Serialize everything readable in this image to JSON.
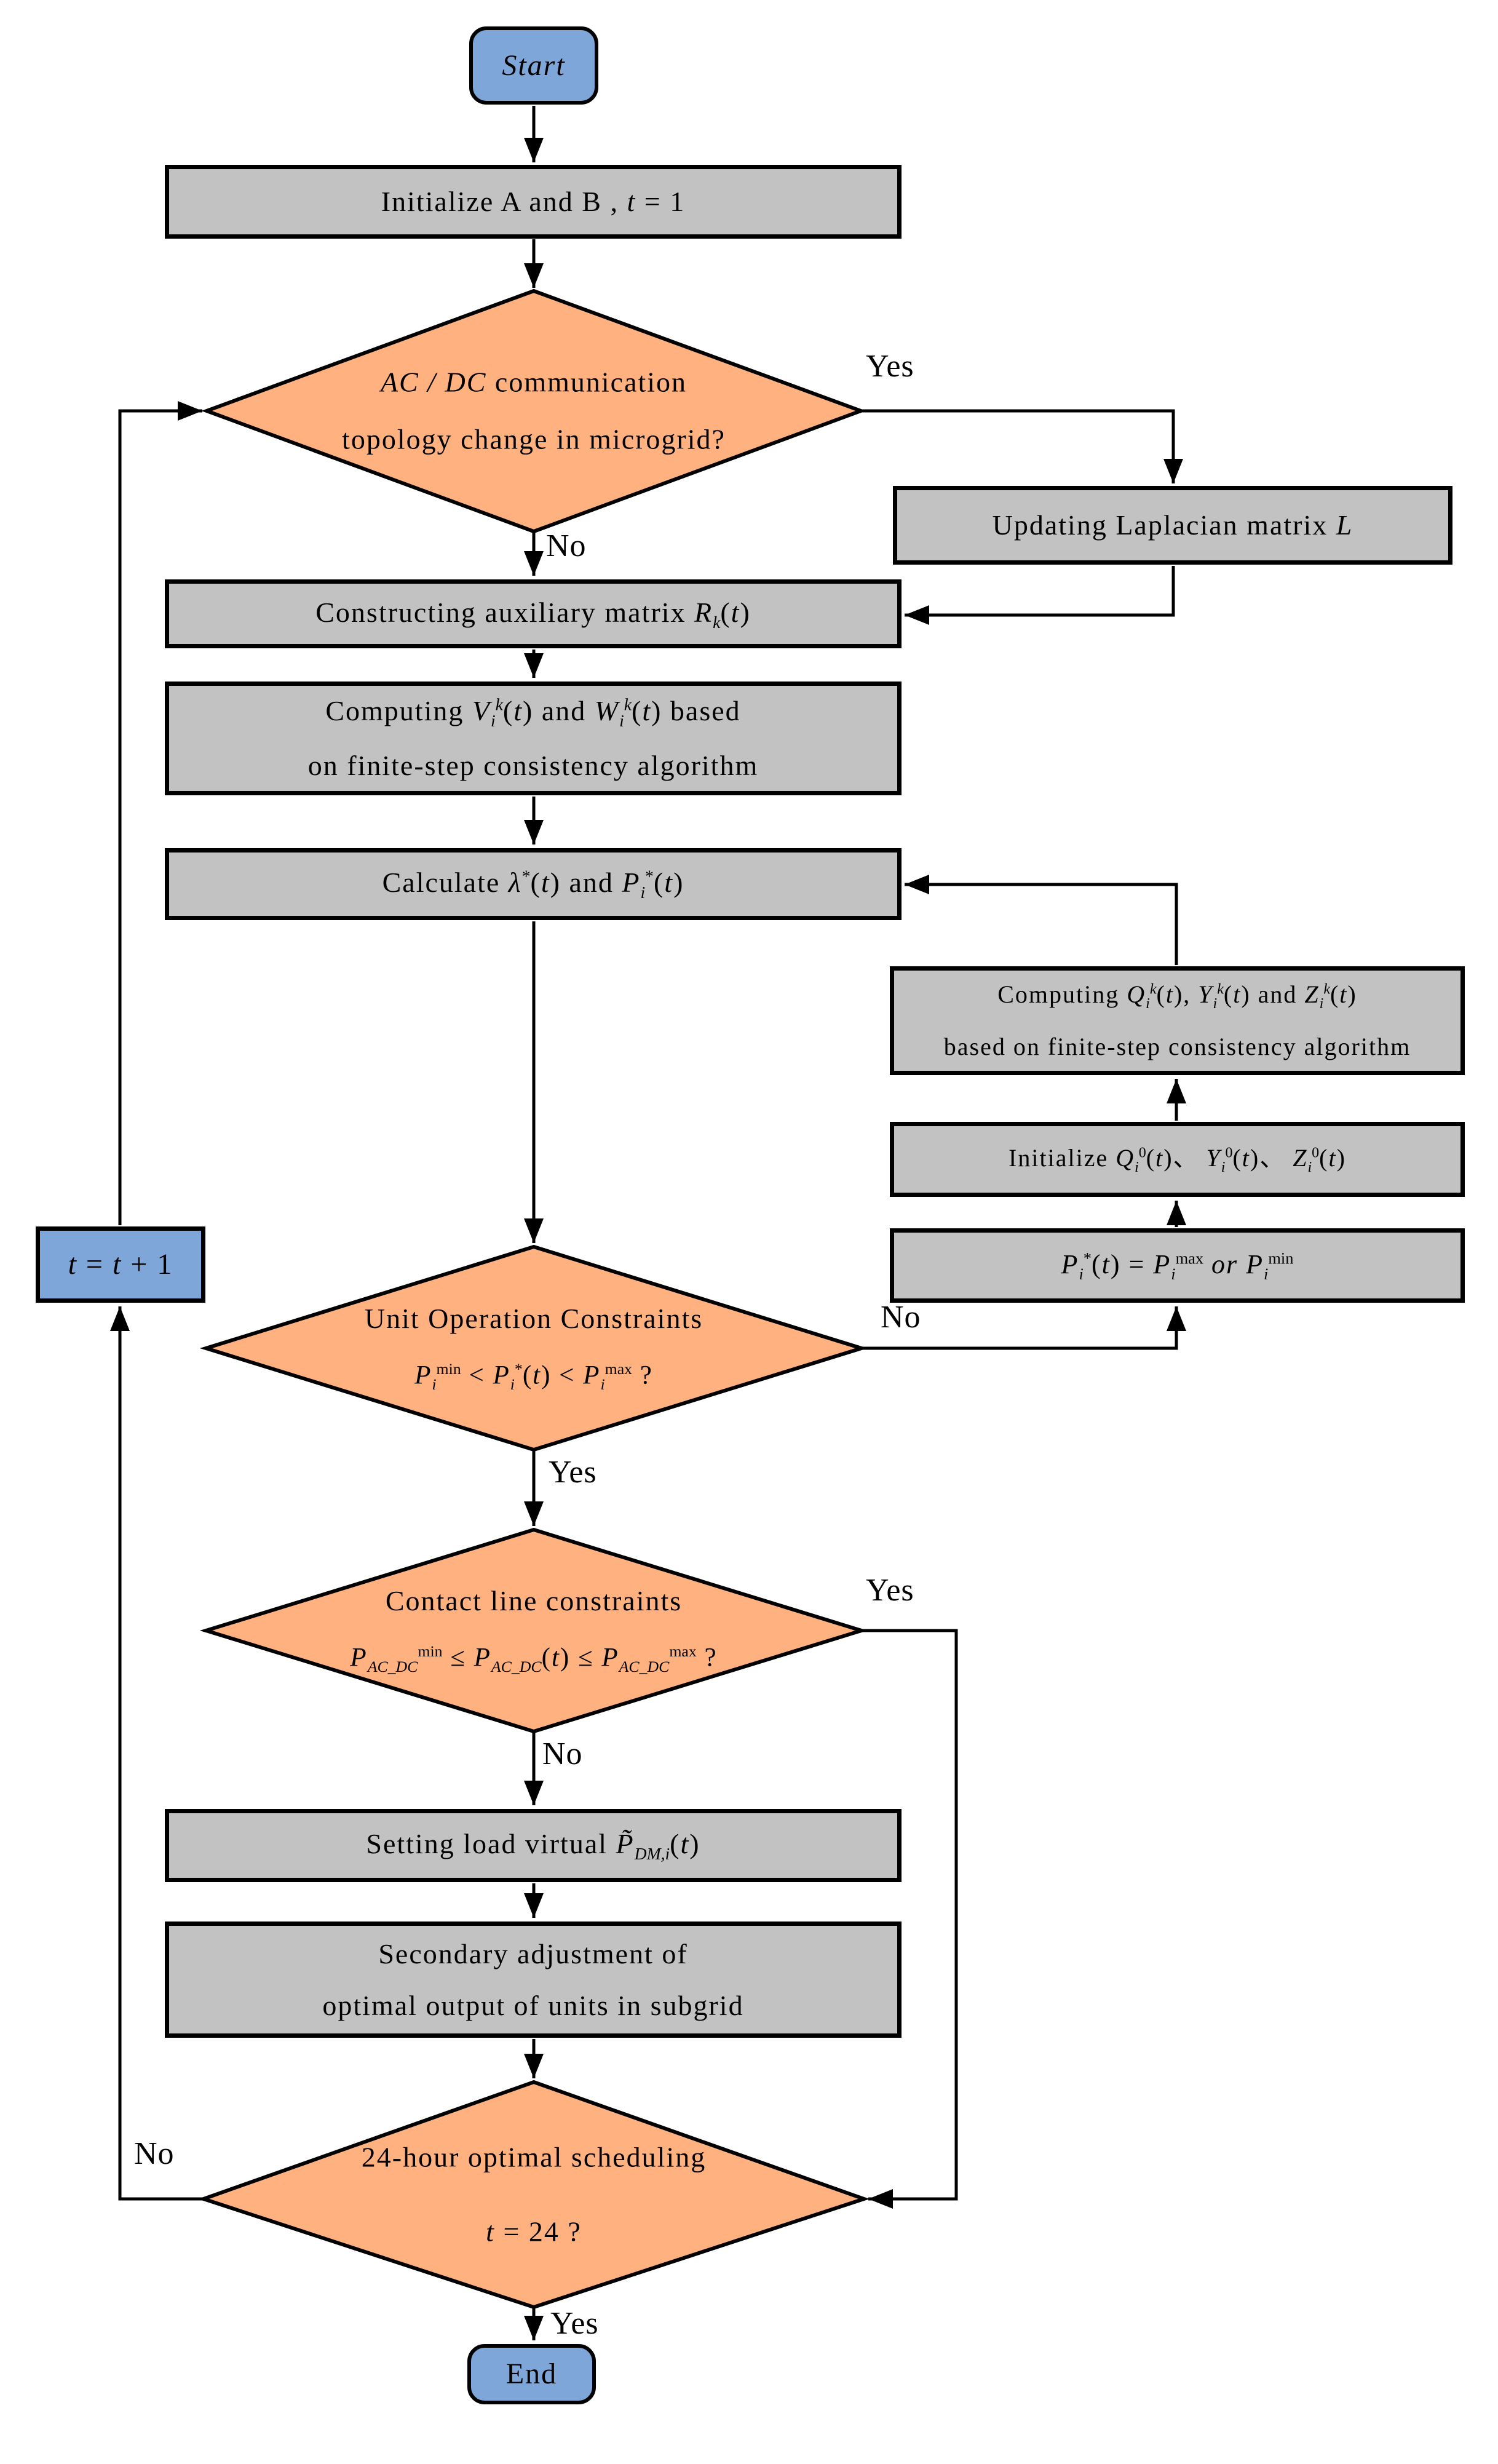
{
  "colors": {
    "process_fill": "#C2C2C2",
    "decision_fill": "#FFB180",
    "terminal_fill": "#7EA6D9",
    "outline": "#000000",
    "line": "#000000"
  },
  "nodes": {
    "start": {
      "label": "Start"
    },
    "initialize": {
      "text": "Initialize A and B , ~t~ = 1"
    },
    "topology_decision": {
      "line1": "~AC / DC~ communication",
      "line2": "topology change in microgrid?"
    },
    "updating_laplacian": {
      "text": "Updating Laplacian matrix ~L~"
    },
    "constructing_matrix": {
      "text": "Constructing auxiliary matrix ~R~_{~k~}(~t~)"
    },
    "computing_vw": {
      "line1": "Computing ~V~_{~i~}^{~k~}(~t~) and ~W~_{~i~}^{~k~}(~t~) based",
      "line2": "on finite-step consistency algorithm"
    },
    "calculate": {
      "text": "Calculate ~λ~^{*}(~t~) and ~P~_{~i~}^{*}(~t~)"
    },
    "computing_qyz": {
      "line1": "Computing ~Q~_{~i~}^{~k~}(~t~), ~Y~_{~i~}^{~k~}(~t~) and ~Z~_{~i~}^{~k~}(~t~)",
      "line2": "based on finite-step consistency algorithm"
    },
    "initialize_qyz": {
      "text": "Initialize ~Q~_{~i~}^{0}(~t~)、 ~Y~_{~i~}^{0}(~t~)、 ~Z~_{~i~}^{0}(~t~)"
    },
    "p_limit": {
      "text": "~P~_{~i~}^{*}(~t~) = ~P~_{~i~}^{max} ~or~ ~P~_{~i~}^{min}"
    },
    "unit_constraints_decision": {
      "line1": "Unit Operation Constraints",
      "line2": "~P~_{~i~}^{min} < ~P~_{~i~}^{*}(~t~) < ~P~_{~i~}^{max} ?"
    },
    "t_increment": {
      "text": "~t~ = ~t~ + 1"
    },
    "contact_line_decision": {
      "line1": "Contact line constraints",
      "line2": "~P~_{~AC_DC~}^{min} ≤ ~P~_{~AC_DC~}(~t~) ≤ ~P~_{~AC_DC~}^{max} ?"
    },
    "setting_load": {
      "text": "Setting load virtual ~P̃~_{~DM,i~}(~t~)"
    },
    "secondary_adjustment": {
      "line1": "Secondary adjustment of",
      "line2": "optimal output of units in subgrid"
    },
    "scheduling_decision": {
      "line1": "24-hour optimal scheduling",
      "line2": "~t~ = 24 ?"
    },
    "end": {
      "label": "End"
    }
  },
  "edge_labels": {
    "topology_yes": "Yes",
    "topology_no": "No",
    "unit_no": "No",
    "unit_yes": "Yes",
    "contact_yes": "Yes",
    "contact_no": "No",
    "scheduling_no": "No",
    "scheduling_yes": "Yes"
  }
}
